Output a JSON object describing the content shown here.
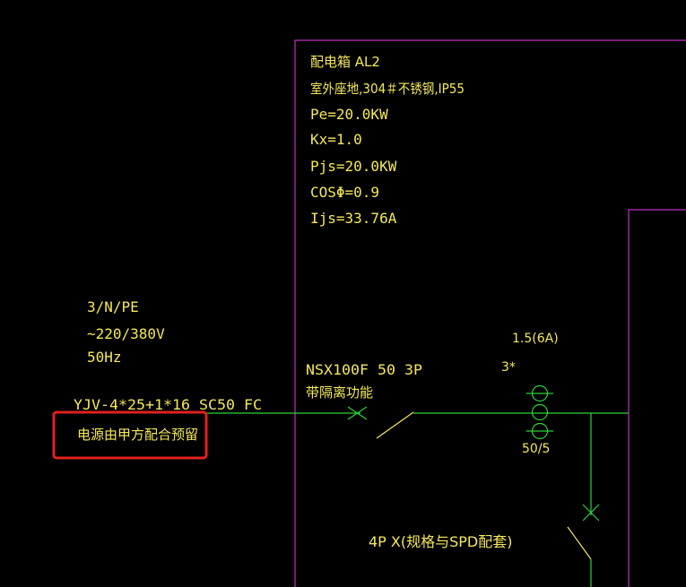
{
  "colors": {
    "background": "#000000",
    "text": "#f5e85a",
    "wire": "#2bd23a",
    "box": "#c02fc4",
    "highlight": "#e02020"
  },
  "panel": {
    "lines": [
      "配电箱 AL2",
      "室外座地,304＃不锈钢,IP55",
      "Pe=20.0KW",
      "Kx=1.0",
      "Pjs=20.0KW",
      "COSΦ=0.9",
      "Ijs=33.76A"
    ]
  },
  "supply": {
    "system": "3/N/PE",
    "voltage": "~220/380V",
    "frequency": "50Hz",
    "cable": "YJV-4*25+1*16  SC50  FC",
    "note": "电源由甲方配合预留"
  },
  "breaker": {
    "model": "NSX100F 50 3P",
    "feature": "带隔离功能"
  },
  "ct": {
    "rating": "1.5(6A)",
    "count": "3*",
    "ratio": "50/5"
  },
  "spd": {
    "label": "4P X(规格与SPD配套)"
  }
}
